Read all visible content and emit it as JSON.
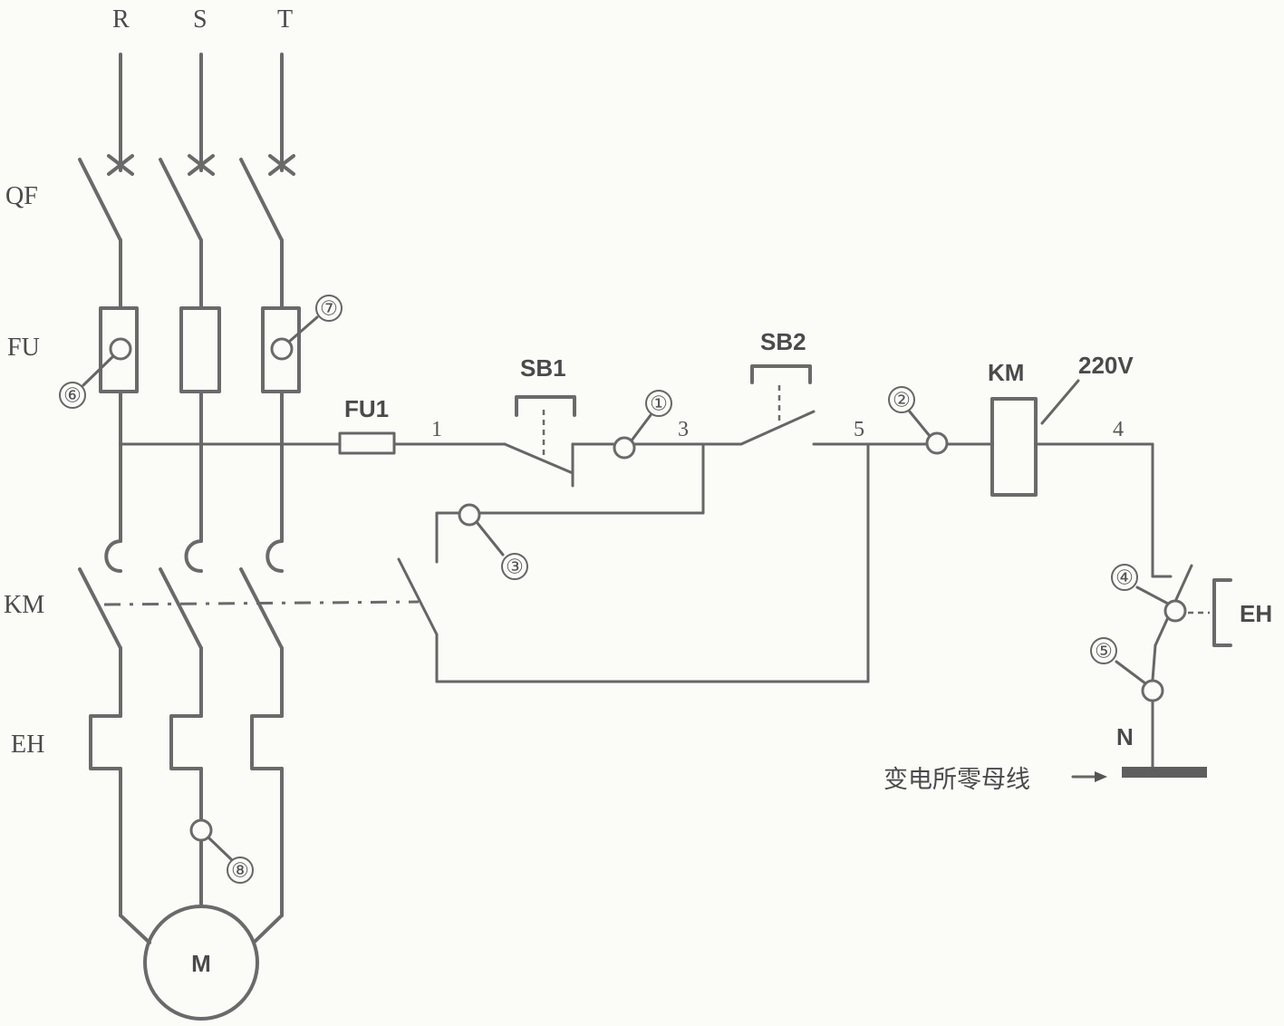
{
  "phases": {
    "r": "R",
    "s": "S",
    "t": "T"
  },
  "row_labels": {
    "qf": "QF",
    "fu": "FU",
    "km": "KM",
    "eh": "EH"
  },
  "components": {
    "fu1": "FU1",
    "sb1": "SB1",
    "sb2": "SB2",
    "km_coil": "KM",
    "voltage": "220V",
    "eh_relay": "EH",
    "motor": "M",
    "neutral": "N",
    "busbar_label": "变电所零母线"
  },
  "node_numbers": {
    "n1": "1",
    "n3": "3",
    "n5": "5",
    "n4": "4"
  },
  "test_points": {
    "p1": "①",
    "p2": "②",
    "p3": "③",
    "p4": "④",
    "p5": "⑤",
    "p6": "⑥",
    "p7": "⑦",
    "p8": "⑧"
  }
}
